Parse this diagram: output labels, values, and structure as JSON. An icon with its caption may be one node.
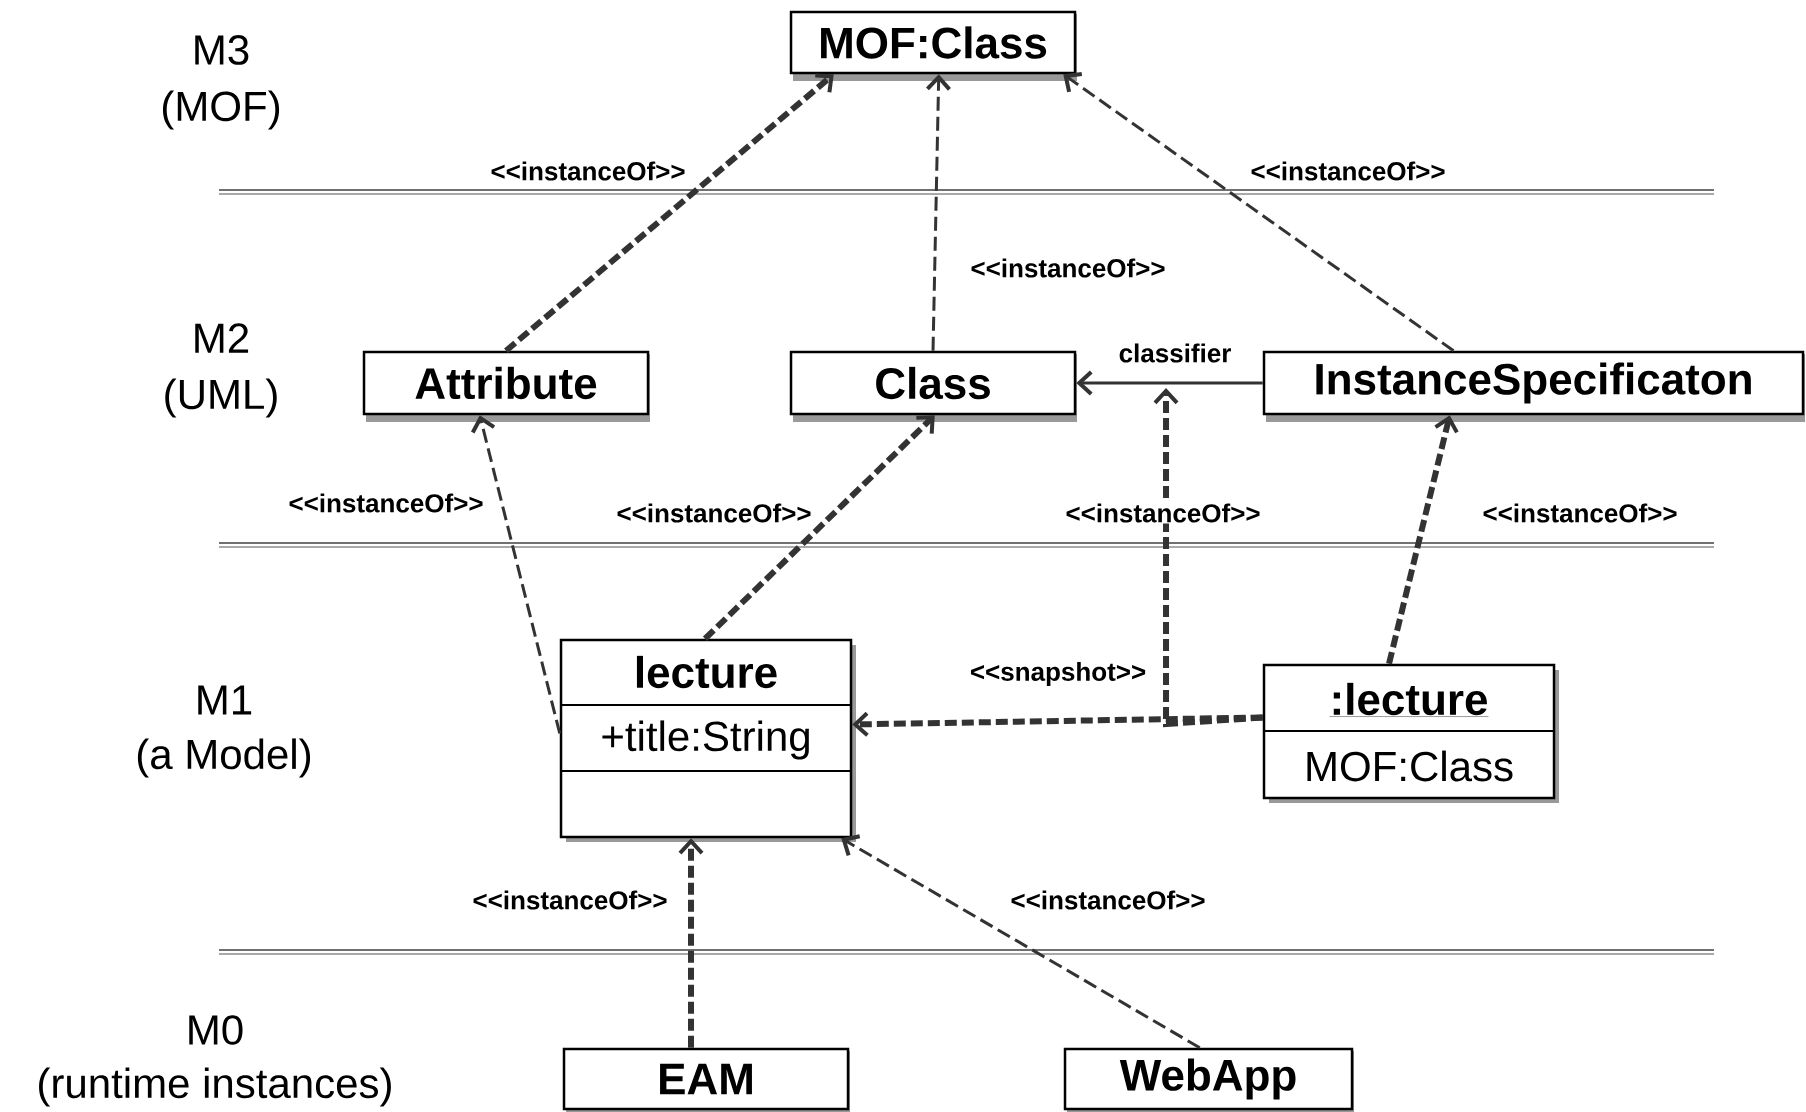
{
  "diagram": {
    "nodes": [
      {
        "text": [
          "MOF:Class"
        ]
      },
      {
        "text": [
          "Attribute"
        ]
      },
      {
        "text": [
          "Class"
        ]
      },
      {
        "text": [
          "InstanceSpecificaton"
        ]
      },
      {
        "text": [
          "lecture",
          "+title:String"
        ]
      },
      {
        "text": [
          ":lecture",
          "MOF:Class"
        ]
      },
      {
        "text": [
          "EAM"
        ]
      },
      {
        "text": [
          "WebApp"
        ]
      }
    ],
    "edges": [
      {
        "from": 1,
        "to": 0,
        "arrow": "to",
        "label": "<<instanceOf>>",
        "style": "dashed"
      },
      {
        "from": 2,
        "to": 0,
        "arrow": "to",
        "label": "<<instanceOf>>",
        "style": "dashed"
      },
      {
        "from": 3,
        "to": 0,
        "arrow": "to",
        "label": "<<instanceOf>>",
        "style": "dashed"
      },
      {
        "from": 3,
        "to": 2,
        "arrow": "to",
        "label": "classifier"
      },
      {
        "from": 4,
        "to": 1,
        "arrow": "to",
        "label": "<<instanceOf>>",
        "style": "dashed"
      },
      {
        "from": 4,
        "to": 2,
        "arrow": "to",
        "label": "<<instanceOf>>",
        "style": "dashed"
      },
      {
        "from": 5,
        "to": 4,
        "arrow": "to",
        "label": "<<snapshot>>",
        "style": "dashed"
      },
      {
        "from": 5,
        "to": null,
        "arrow": "to",
        "label": "<<instanceOf>>",
        "style": "dashed"
      },
      {
        "from": 5,
        "to": 3,
        "arrow": "to",
        "label": "<<instanceOf>>",
        "style": "dashed"
      },
      {
        "from": 6,
        "to": 4,
        "arrow": "to",
        "label": "<<instanceOf>>",
        "style": "dashed"
      },
      {
        "from": 7,
        "to": 4,
        "arrow": "to",
        "label": "<<instanceOf>>",
        "style": "dashed"
      }
    ],
    "labels": [
      "M3",
      "(MOF)",
      "M2",
      "(UML)",
      "M1",
      "(a Model)",
      "M0",
      "(runtime instances)"
    ]
  }
}
